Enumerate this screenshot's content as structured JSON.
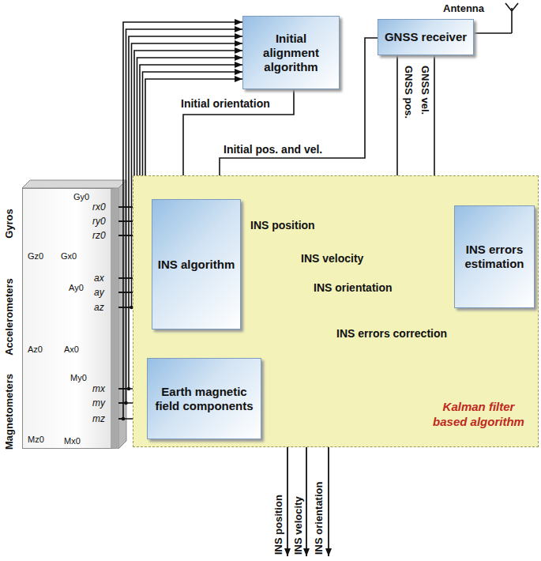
{
  "diagram": {
    "nodes": [
      {
        "text": [
          "Initial alignment algorithm"
        ]
      },
      {
        "text": [
          "GNSS receiver"
        ]
      },
      {
        "text": [
          "Gyros",
          "Accelerometers",
          "Magnetometers"
        ]
      },
      {
        "text": [
          "Kalman filter based algorithm"
        ]
      },
      {
        "text": [
          "INS algorithm"
        ],
        "in": 3
      },
      {
        "text": [
          "INS errors estimation"
        ],
        "in": 3
      },
      {
        "text": [
          "Earth magnetic field components"
        ],
        "in": 3
      }
    ],
    "edges": [
      {
        "from": 2,
        "to": 0,
        "arrow": "to"
      },
      {
        "from": 2,
        "to": 4,
        "arrow": "to"
      },
      {
        "from": 2,
        "to": 6,
        "arrow": "to"
      },
      {
        "from": 0,
        "to": 4,
        "label": "Initial orientation",
        "arrow": "to"
      },
      {
        "from": 1,
        "to": 4,
        "label": "Initial pos. and vel.",
        "arrow": "to"
      },
      {
        "from": 1,
        "to": 5,
        "label": "GNSS pos.",
        "arrow": "to"
      },
      {
        "from": 1,
        "to": 5,
        "label": "GNSS vel.",
        "arrow": "to"
      },
      {
        "from": 4,
        "to": 5,
        "label": "INS position",
        "arrow": "to"
      },
      {
        "from": 4,
        "to": 5,
        "label": "INS velocity",
        "arrow": "to"
      },
      {
        "from": 4,
        "to": 5,
        "label": "INS orientation",
        "arrow": "to"
      },
      {
        "from": 6,
        "to": 5,
        "arrow": "to"
      },
      {
        "from": 4,
        "to": 6,
        "arrow": "to"
      },
      {
        "from": 5,
        "to": 4,
        "label": "INS errors correction",
        "arrow": "to"
      }
    ],
    "labels": [
      "Antenna",
      "Gy0",
      "Gz0",
      "Gx0",
      "Ay0",
      "Az0",
      "Ax0",
      "My0",
      "Mz0",
      "Mx0",
      "rx0",
      "ry0",
      "rz0",
      "ax",
      "ay",
      "az",
      "mx",
      "my",
      "mz",
      "INS position",
      "INS velocity",
      "INS orientation"
    ]
  }
}
